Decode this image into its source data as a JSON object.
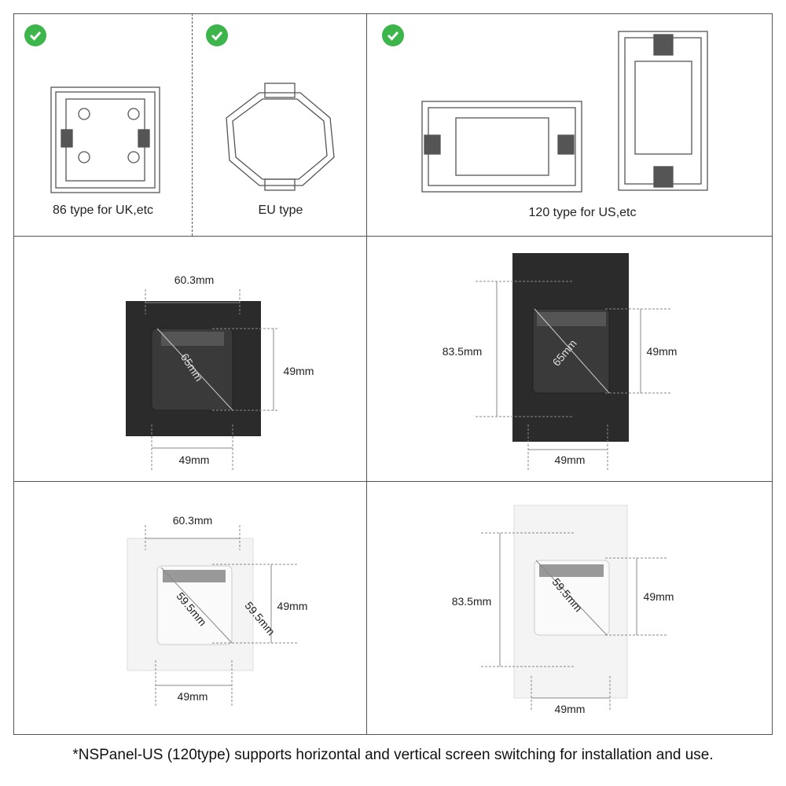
{
  "mounting_boxes": [
    {
      "label": "86 type for UK,etc",
      "icon": "check-icon"
    },
    {
      "label": "EU type",
      "icon": "check-icon"
    },
    {
      "label": "120 type for US,etc",
      "icon": "check-icon"
    }
  ],
  "dimensions": {
    "uk_black": {
      "width": "60.3mm",
      "height": "49mm",
      "bottom": "49mm",
      "diagonal": "65mm"
    },
    "us_black": {
      "height": "83.5mm",
      "right": "49mm",
      "bottom": "49mm",
      "diagonal": "65mm"
    },
    "uk_white": {
      "width": "60.3mm",
      "height": "49mm",
      "bottom": "49mm",
      "diagonal": "59.5mm",
      "diagonal2": "59.5mm"
    },
    "us_white": {
      "height": "83.5mm",
      "right": "49mm",
      "bottom": "49mm",
      "diagonal": "59.5mm"
    }
  },
  "colors": {
    "check": "#3cb54a",
    "dark_panel": "#2b2b2b",
    "white_panel": "#f4f4f4"
  },
  "footnote": "*NSPanel-US (120type) supports horizontal and vertical screen switching for installation and use."
}
